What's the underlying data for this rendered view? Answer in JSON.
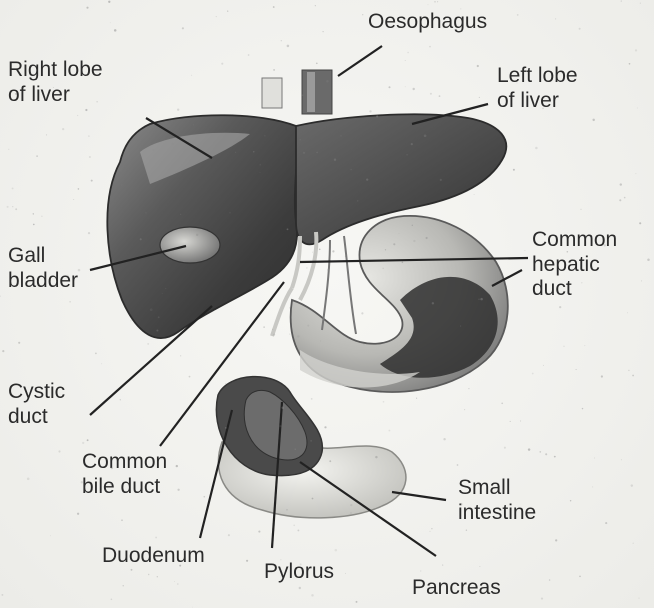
{
  "figure": {
    "labels": {
      "oesophagus": "Oesophagus",
      "right_lobe": "Right lobe\nof liver",
      "left_lobe": "Left lobe\nof liver",
      "gall_bladder": "Gall\nbladder",
      "common_hepatic_duct": "Common\nhepatic\nduct",
      "cystic_duct": "Cystic\nduct",
      "common_bile_duct": "Common\nbile duct",
      "small_intestine": "Small\nintestine",
      "duodenum": "Duodenum",
      "pylorus": "Pylorus",
      "pancreas": "Pancreas"
    },
    "colors": {
      "ink": "#2b2b2b",
      "liver_dark": "#3a3a3a",
      "liver_light": "#8a8a8a",
      "paper": "#f2f2ef"
    }
  }
}
